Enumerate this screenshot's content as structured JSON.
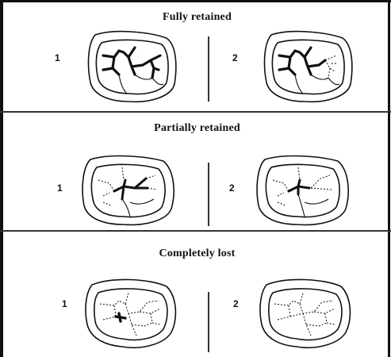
{
  "panels": [
    {
      "title": "Fully retained",
      "diagrams": [
        {
          "label": "1"
        },
        {
          "label": "2"
        }
      ]
    },
    {
      "title": "Partially retained",
      "diagrams": [
        {
          "label": "1"
        },
        {
          "label": "2"
        }
      ]
    },
    {
      "title": "Completely lost",
      "diagrams": [
        {
          "label": "1"
        },
        {
          "label": "2"
        }
      ]
    }
  ],
  "colors": {
    "line": "#111111",
    "border": "#222222",
    "background": "#ffffff"
  }
}
